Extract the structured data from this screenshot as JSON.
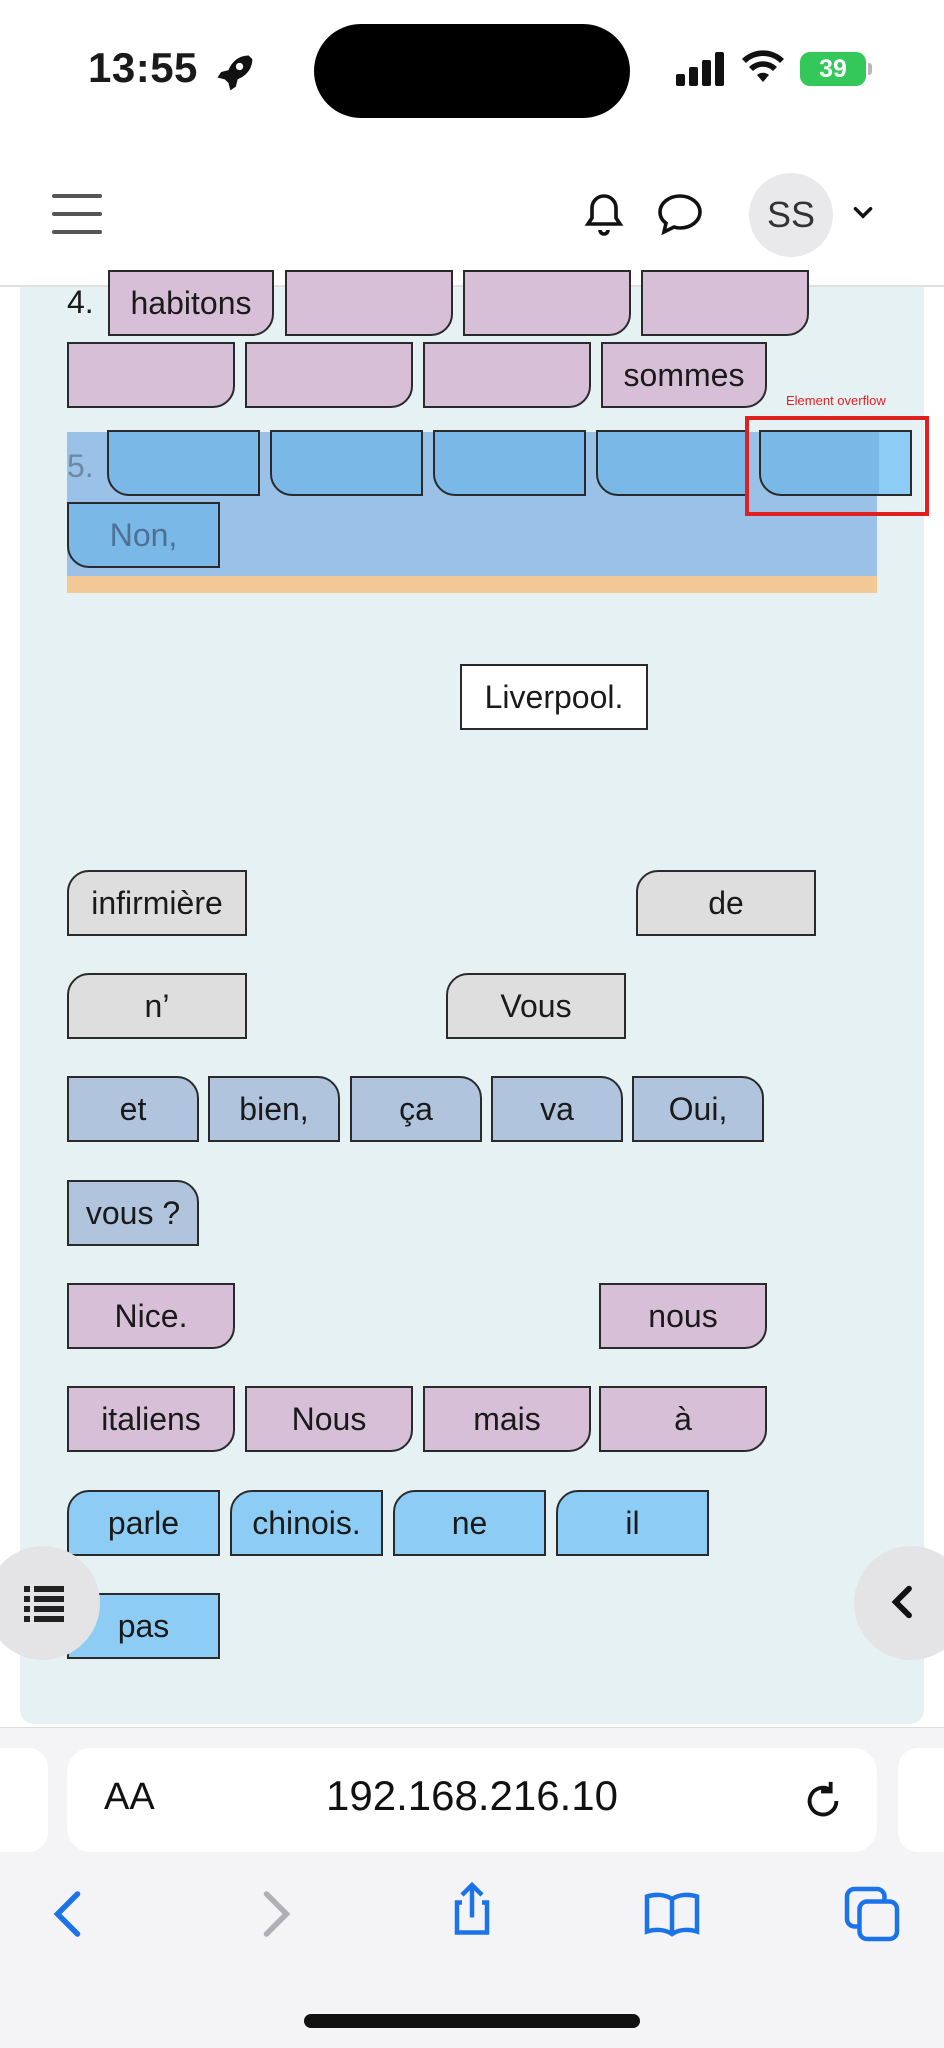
{
  "status_bar": {
    "time": "13:55",
    "battery": "39",
    "icons": [
      "rocket-icon",
      "signal-icon",
      "wifi-icon",
      "battery-icon"
    ]
  },
  "header": {
    "avatar_initials": "SS",
    "icons": [
      "hamburger-menu-icon",
      "bell-icon",
      "chat-bubble-icon",
      "chevron-down-icon"
    ]
  },
  "exercise": {
    "row4": {
      "number": "4.",
      "slots": [
        "habitons",
        "",
        "",
        "",
        "",
        "",
        "",
        "sommes"
      ]
    },
    "row5": {
      "number": "5.",
      "slots": [
        "",
        "",
        "",
        "",
        "",
        "Non,"
      ]
    },
    "overflow_label": "Element overflow",
    "floating_word": "Liverpool.",
    "word_bank": {
      "grey": [
        "infirmière",
        "de",
        "n’",
        "Vous"
      ],
      "steel": [
        "et",
        "bien,",
        "ça",
        "va",
        "Oui,",
        "vous ?"
      ],
      "pink": [
        "Nice.",
        "nous",
        "italiens",
        "Nous",
        "mais",
        "à"
      ],
      "blue": [
        "parle",
        "chinois.",
        "ne",
        "il",
        "pas"
      ]
    }
  },
  "browser": {
    "text_size_label": "AA",
    "url": "192.168.216.10",
    "icons": [
      "back-icon",
      "forward-icon",
      "share-icon",
      "bookmarks-icon",
      "tabs-icon",
      "reload-icon"
    ]
  }
}
